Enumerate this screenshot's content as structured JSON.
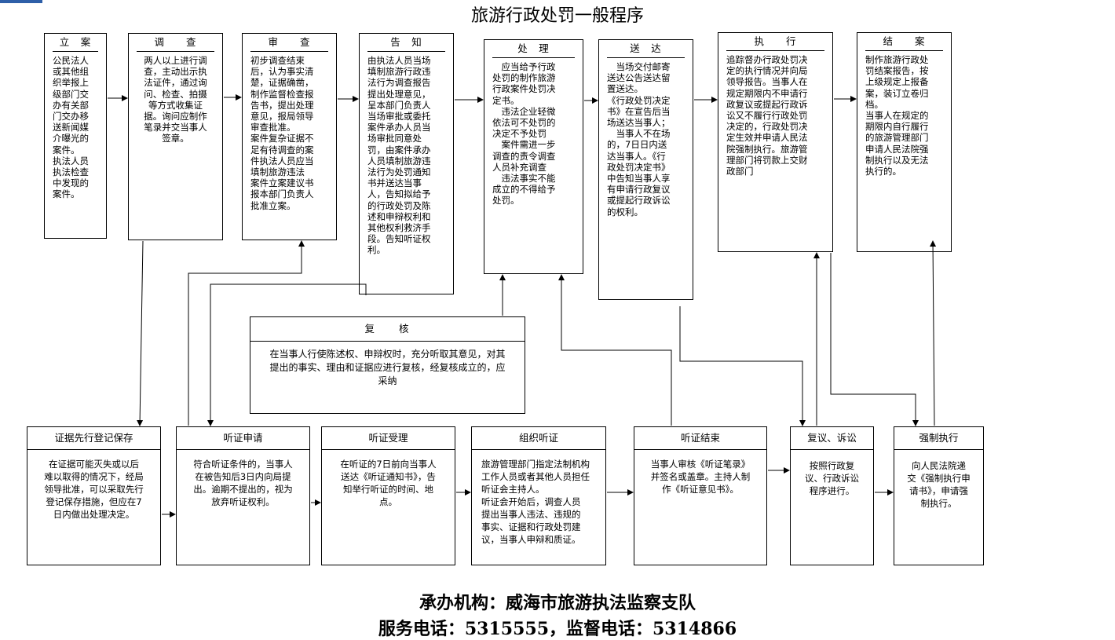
{
  "title": "旅游行政处罚一般程序",
  "steps": [
    {
      "title": "立　案",
      "body": "公民法人\n或其他组\n织举报上\n级部门交\n办有关部\n门交办移\n送新闻媒\n介曝光的\n案件。\n执法人员\n执法检查\n中发现的\n案件。"
    },
    {
      "title": "调　　查",
      "body": "两人以上进行调\n查，主动出示执\n法证件，通过询\n问、检查、拍摄\n等方式收集证\n据。询问应制作\n笔录并交当事人\n签章。"
    },
    {
      "title": "审　　查",
      "body": "初步调查结束\n后，认为事实清\n楚，证据确凿，\n制作监督检查报\n告书，提出处理\n意见，报局领导\n审查批准。\n案件复杂证据不\n足有待调查的案\n件执法人员应当\n填制旅游违法\n案件立案建议书\n报本部门负责人\n批准立案。"
    },
    {
      "title": "告　知",
      "body": "由执法人员当场\n填制旅游行政违\n法行为调查报告\n提出处理意见，\n呈本部门负责人\n当场审批或委托\n案件承办人员当\n场审批同意处\n罚，由案件承办\n人员填制旅游违\n法行为处罚通知\n书并送达当事\n人，告知拟给予\n的行政处罚及陈\n述和申辩权利和\n其他权利救济手\n段。告知听证权\n利。"
    },
    {
      "title": "处　理",
      "body": "　应当给予行政\n处罚的制作旅游\n行政案件处罚决\n定书。\n　违法企业轻微\n依法可不处罚的\n决定不予处罚\n　案件需进一步\n调查的责令调查\n人员补充调查\n　违法事实不能\n成立的不得给予\n处罚。"
    },
    {
      "title": "送　达",
      "body": "　当场交付邮寄\n送达公告送达留\n置送达。\n《行政处罚决定\n书》在宣告后当\n场送达当事人；\n　当事人不在场\n的，7日日内送\n达当事人。《行\n政处罚决定书》\n中告知当事人享\n有申请行政复议\n或提起行政诉讼\n的权利。"
    },
    {
      "title": "执　　行",
      "body": "追踪督办行政处罚决\n定的执行情况并向局\n领导报告。当事人在\n规定期限内不申请行\n政复议或提起行政诉\n讼又不履行行政处罚\n决定的，行政处罚决\n定生效并申请人民法\n院强制执行。旅游管\n理部门将罚款上交财\n政部门"
    },
    {
      "title": "结　　案",
      "body": "制作旅游行政处\n罚结案报告，按\n上级规定上报备\n案，装订立卷归\n档。\n当事人在规定的\n期限内自行履行\n的旅游管理部门\n申请人民法院强\n制执行以及无法\n执行的。"
    }
  ],
  "review": {
    "title": "复　　核",
    "body": "在当事人行使陈述权、申辩权时，充分听取其意见，对其\n提出的事实、理由和证据应进行复核，经复核成立的，应\n采纳"
  },
  "bottom": [
    {
      "title": "证据先行登记保存",
      "body": "在证据可能灭失或以后\n难以取得的情况下，经局\n领导批准，可以采取先行\n登记保存措施，但应在7\n日内做出处理决定。"
    },
    {
      "title": "听证申请",
      "body": "符合听证条件的，当事人\n在被告知后3日内向局提\n出。逾期不提出的，视为\n放弃听证权利。"
    },
    {
      "title": "听证受理",
      "body": "在听证的7日前向当事人\n送达《听证通知书》，告\n知举行听证的时间、地\n点。"
    },
    {
      "title": "组织听证",
      "body": "旅游管理部门指定法制机构\n工作人员或者其他人员担任\n听证会主持人。\n听证会开始后，调查人员\n提出当事人违法、违规的\n事实、证据和行政处罚建\n议，当事人申辩和质证。"
    },
    {
      "title": "听证结束",
      "body": "当事人审核《听证笔录》\n并签名或盖章。主持人制\n作《听证意见书》。"
    },
    {
      "title": "复议、诉讼",
      "body": "按照行政复\n议、行政诉讼\n程序进行。"
    },
    {
      "title": "强制执行",
      "body": "向人民法院递\n交《强制执行申\n请书》，申请强\n制执行。"
    }
  ],
  "footer": {
    "line1": "承办机构：威海市旅游执法监察支队",
    "line2": "服务电话：5315555，监督电话：5314866"
  }
}
